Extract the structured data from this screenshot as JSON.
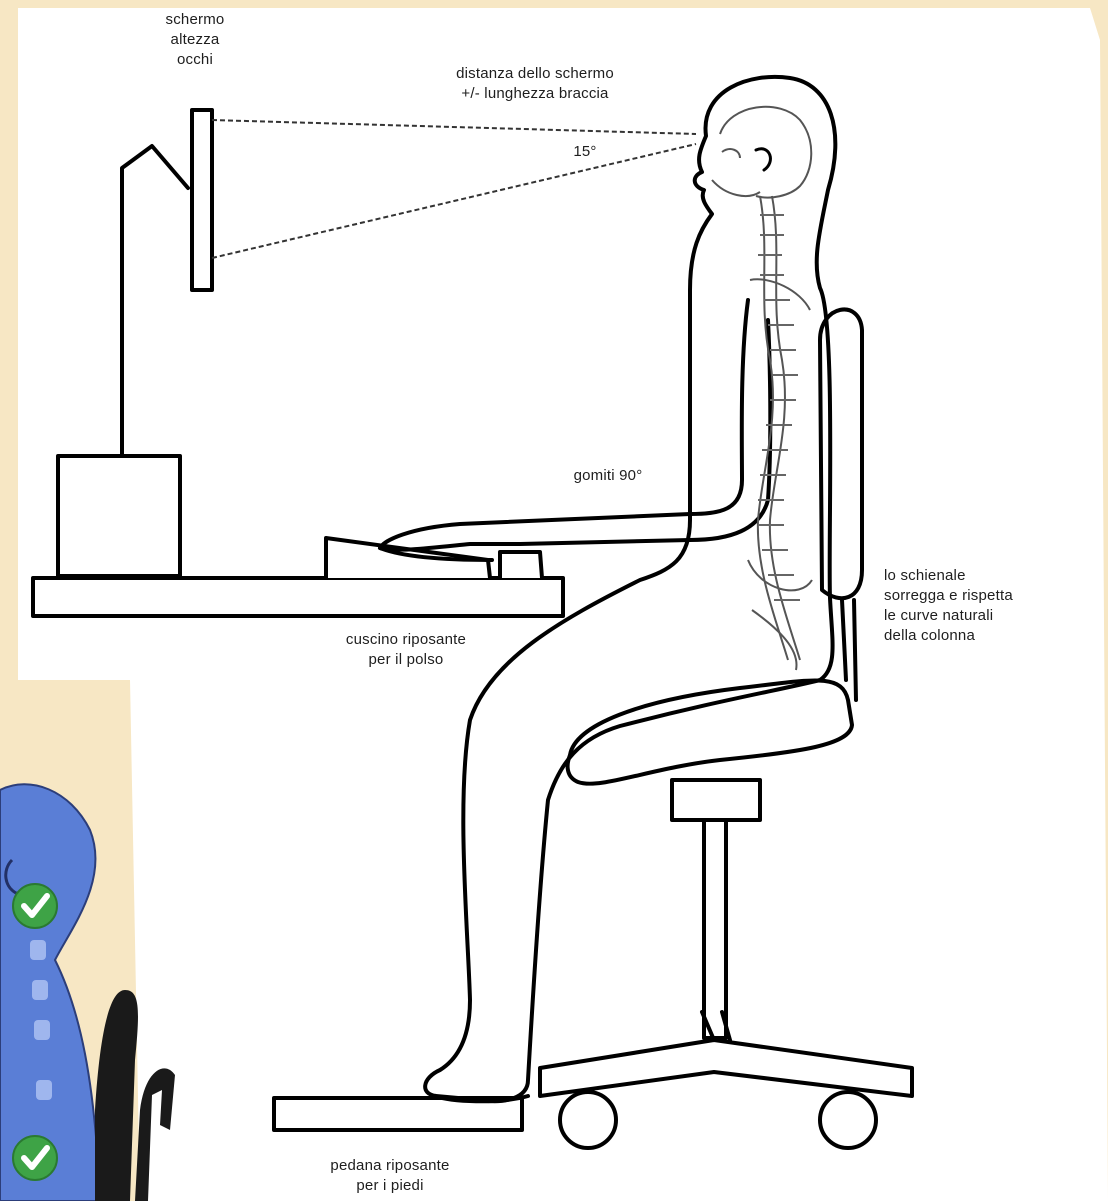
{
  "labels": {
    "schermo": [
      "schermo",
      "altezza",
      "occhi"
    ],
    "distanza": [
      "distanza dello schermo",
      "+/- lunghezza braccia"
    ],
    "angolo": "15°",
    "gomiti": "gomiti 90°",
    "cuscino": [
      "cuscino riposante",
      "per il polso"
    ],
    "schienale": [
      "lo schienale",
      "sorregga e rispetta",
      "le curve naturali",
      "della colonna"
    ],
    "pedana": [
      "pedana riposante",
      "per i piedi"
    ]
  },
  "icons": {
    "check": "check-icon"
  },
  "colors": {
    "background": "#f7e7c4",
    "panel": "#ffffff",
    "ink": "#000000",
    "figure_blue": "#5a7ed6",
    "check_green": "#3ea346",
    "chair_dark": "#1a1a1a"
  }
}
